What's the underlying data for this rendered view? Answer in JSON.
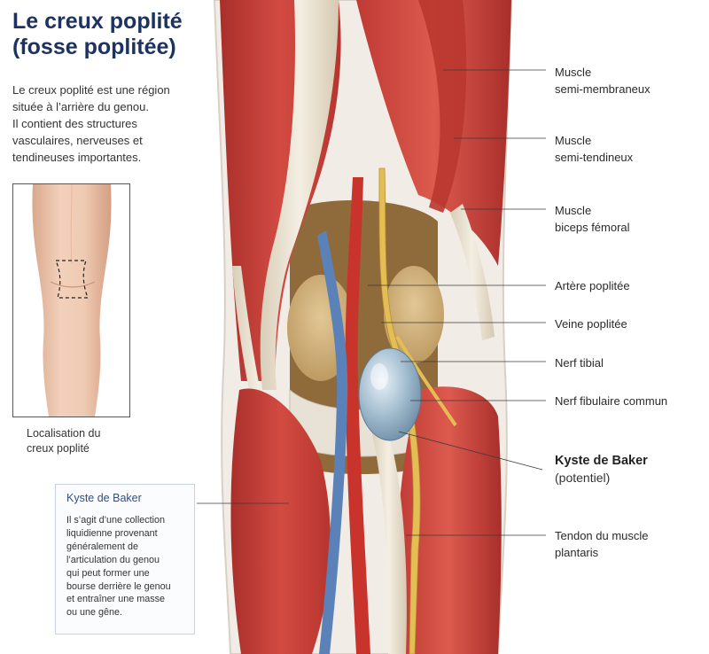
{
  "title": {
    "line1": "Le creux poplité",
    "line2": "(fosse poplitée)"
  },
  "intro": [
    "Le creux poplité est une région",
    "située à l’arrière du genou.",
    "Il contient des structures",
    "vasculaires, nerveuses et",
    "tendineuses importantes."
  ],
  "inset_caption": [
    "Localisation du",
    "creux poplité"
  ],
  "info_box": {
    "title": "Kyste de Baker",
    "body": [
      "Il s’agit d’une collection",
      "liquidienne provenant",
      "généralement de",
      "l’articulation du genou",
      "qui peut former une",
      "bourse derrière le genou",
      "et entraîner une masse",
      "ou une gêne."
    ]
  },
  "labels": [
    {
      "id": "semi-membraneux",
      "lines": [
        "Muscle",
        "semi-membraneux"
      ]
    },
    {
      "id": "semi-tendineux",
      "lines": [
        "Muscle",
        "semi-tendineux"
      ]
    },
    {
      "id": "biceps-femoral",
      "lines": [
        "Muscle",
        "biceps fémoral"
      ]
    },
    {
      "id": "artere-poplitee",
      "lines": [
        "Artère poplitée"
      ]
    },
    {
      "id": "veine-poplitee",
      "lines": [
        "Veine poplitée"
      ]
    },
    {
      "id": "nerf-tibial",
      "lines": [
        "Nerf tibial"
      ]
    },
    {
      "id": "nerf-fibulaire",
      "lines": [
        "Nerf fibulaire commun"
      ]
    },
    {
      "id": "kyste-baker",
      "lines": [
        "Kyste de Baker",
        "(potentiel)"
      ]
    },
    {
      "id": "tendon-plantaris",
      "lines": [
        "Tendon du muscle",
        "plantaris"
      ]
    }
  ],
  "colors": {
    "title": "#1d3260",
    "muscle": "#c9413b",
    "tendon": "#ece4d3",
    "artery": "#c8332c",
    "vein": "#5a82b8",
    "nerve": "#e3bd55",
    "cyst": "#a9c2d4",
    "bone": "#cfae77"
  }
}
